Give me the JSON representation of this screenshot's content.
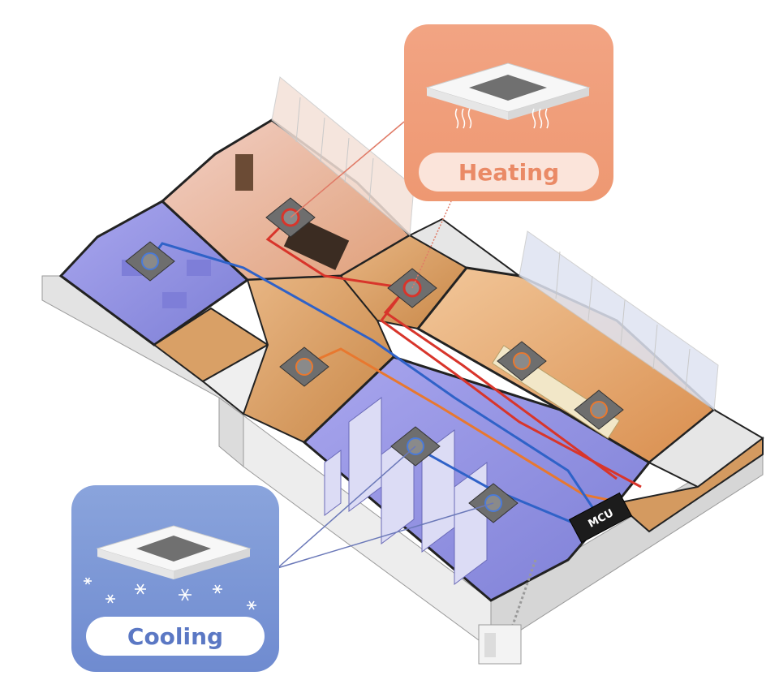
{
  "callouts": {
    "heating": {
      "label": "Heating"
    },
    "cooling": {
      "label": "Cooling"
    }
  },
  "mcu": {
    "label": "MCU"
  },
  "colors": {
    "heating": "#ee9872",
    "cooling": "#7b94d4",
    "pipe_red": "#d8352b",
    "pipe_blue": "#2f62c8",
    "pipe_orange": "#e8782f",
    "floor_warm": "#d89a5e",
    "room_cool": "#8e8ee0",
    "wall": "#ececec"
  },
  "icons": [
    "cassette-ac-unit-icon",
    "heat-waves-icon",
    "snowflake-icon",
    "outdoor-unit-icon",
    "indoor-unit-icon"
  ]
}
